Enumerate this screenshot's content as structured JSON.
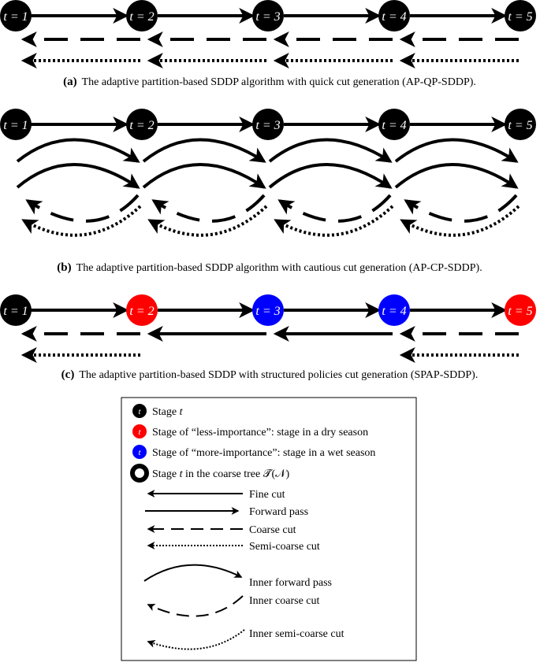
{
  "panels": [
    {
      "id": "a",
      "caption_prefix": "(a)",
      "caption_text": "The adaptive partition-based SDDP algorithm with quick cut generation (AP-QP-SDDP).",
      "nodes": [
        {
          "label": "t = 1",
          "color": "#000000"
        },
        {
          "label": "t = 2",
          "color": "#000000"
        },
        {
          "label": "t = 3",
          "color": "#000000"
        },
        {
          "label": "t = 4",
          "color": "#000000"
        },
        {
          "label": "t = 5",
          "color": "#000000"
        }
      ]
    },
    {
      "id": "b",
      "caption_prefix": "(b)",
      "caption_text": "The adaptive partition-based SDDP algorithm with cautious cut generation (AP-CP-SDDP).",
      "nodes": [
        {
          "label": "t = 1",
          "color": "#000000"
        },
        {
          "label": "t = 2",
          "color": "#000000"
        },
        {
          "label": "t = 3",
          "color": "#000000"
        },
        {
          "label": "t = 4",
          "color": "#000000"
        },
        {
          "label": "t = 5",
          "color": "#000000"
        }
      ]
    },
    {
      "id": "c",
      "caption_prefix": "(c)",
      "caption_text": "The adaptive partition-based SDDP with structured policies cut generation (SPAP-SDDP).",
      "nodes": [
        {
          "label": "t = 1",
          "color": "#000000"
        },
        {
          "label": "t = 2",
          "color": "#ff0000"
        },
        {
          "label": "t = 3",
          "color": "#0000ff"
        },
        {
          "label": "t = 4",
          "color": "#0000ff"
        },
        {
          "label": "t = 5",
          "color": "#ff0000"
        }
      ]
    }
  ],
  "legend": {
    "entries": [
      {
        "key": "stage",
        "symbol_label": "t",
        "color": "#000000",
        "text_main": "Stage ",
        "text_ital": "t"
      },
      {
        "key": "less-importance",
        "symbol_label": "t",
        "color": "#ff0000",
        "text_main": "Stage of “less-importance”: stage in a dry season",
        "text_ital": ""
      },
      {
        "key": "more-importance",
        "symbol_label": "t",
        "color": "#0000ff",
        "text_main": "Stage of “more-importance”: stage in a wet season",
        "text_ital": ""
      },
      {
        "key": "coarse-tree",
        "symbol_label": "",
        "color": "#000000",
        "text_main": "Stage ",
        "text_ital": "t",
        "text_tail": " in the coarse tree 𝒯̃(𝒩)"
      },
      {
        "key": "fine-cut",
        "text_main": "Fine cut"
      },
      {
        "key": "forward-pass",
        "text_main": "Forward pass"
      },
      {
        "key": "coarse-cut",
        "text_main": "Coarse cut"
      },
      {
        "key": "semi-coarse-cut",
        "text_main": "Semi-coarse cut"
      },
      {
        "key": "inner-forward-pass",
        "text_main": "Inner forward pass"
      },
      {
        "key": "inner-coarse-cut",
        "text_main": "Inner coarse cut"
      },
      {
        "key": "inner-semi-coarse-cut",
        "text_main": "Inner semi-coarse cut"
      }
    ]
  }
}
